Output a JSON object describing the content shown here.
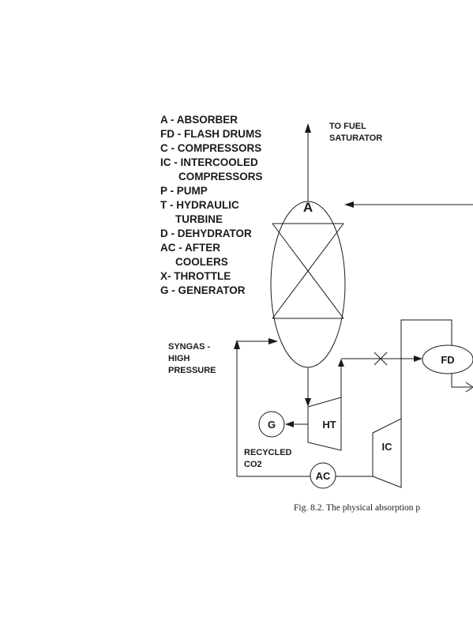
{
  "legend": [
    "A - ABSORBER",
    "FD - FLASH DRUMS",
    "C - COMPRESSORS",
    "IC - INTERCOOLED",
    "COMPRESSORS",
    "P - PUMP",
    "T - HYDRAULIC",
    "TURBINE",
    "D - DEHYDRATOR",
    "AC - AFTER",
    "COOLERS",
    "X- THROTTLE",
    "G - GENERATOR"
  ],
  "streams": {
    "to_fuel_line1": "TO FUEL",
    "to_fuel_line2": "SATURATOR",
    "syngas_line1": "SYNGAS -",
    "syngas_line2": "HIGH",
    "syngas_line3": "PRESSURE",
    "recycled_line1": "RECYCLED",
    "recycled_line2": "CO2"
  },
  "units": {
    "absorber": "A",
    "hydraulic_turbine": "HT",
    "generator": "G",
    "intercooled_compressor": "IC",
    "after_cooler": "AC",
    "flash_drum": "FD"
  },
  "caption": "Fig. 8.2. The physical absorption p"
}
